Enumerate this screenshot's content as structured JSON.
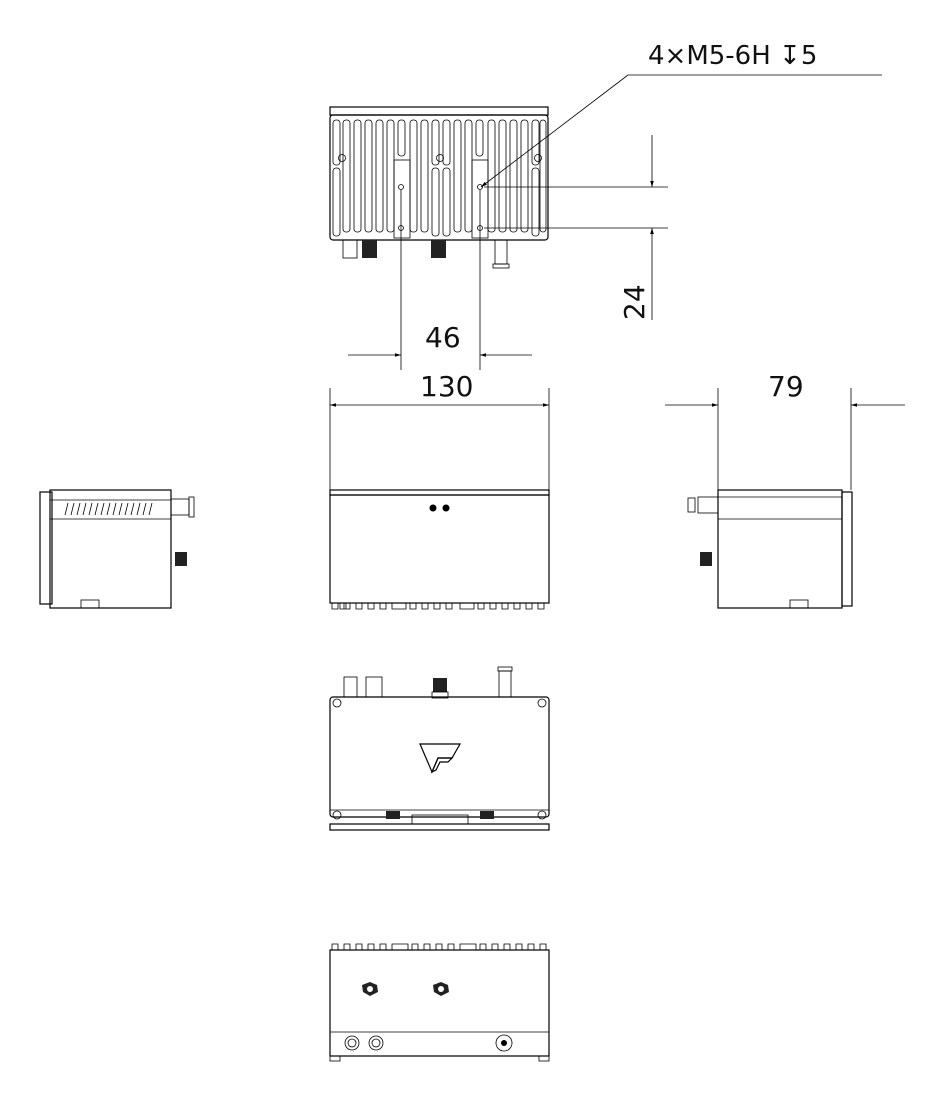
{
  "drawing": {
    "callout": {
      "text": "4×M5-6H ↧5",
      "count": "4",
      "thread": "M5-6H",
      "depth": "5"
    },
    "dimensions": {
      "hole_spacing_horizontal": "46",
      "hole_spacing_vertical": "24",
      "overall_width": "130",
      "overall_depth": "79"
    },
    "views": [
      "top-view",
      "left-view",
      "front-view",
      "right-view",
      "bottom-view",
      "rear-view"
    ],
    "colors": {
      "line": "#000000",
      "background": "#ffffff"
    }
  }
}
